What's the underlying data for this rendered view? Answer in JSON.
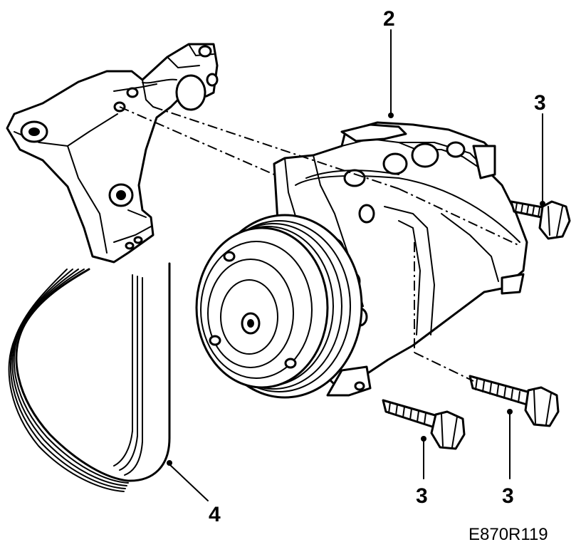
{
  "callouts": {
    "compressor": "2",
    "bolt_right_top": "3",
    "bolt_bottom_left": "3",
    "bolt_bottom_right": "3",
    "belt": "4"
  },
  "reference_code": "E870R119"
}
